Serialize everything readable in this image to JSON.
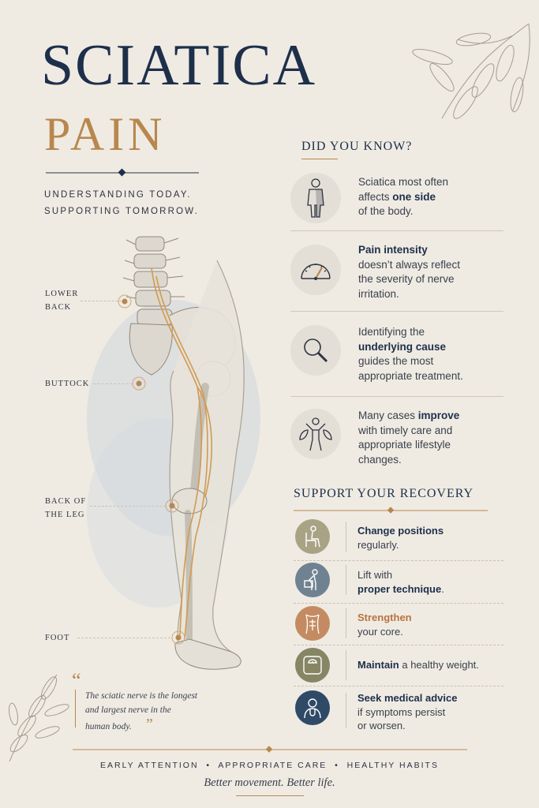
{
  "title": {
    "line1": "SCIATICA",
    "line2": "PAIN",
    "tagline1": "UNDERSTANDING TODAY.",
    "tagline2": "SUPPORTING TOMORROW."
  },
  "body_labels": {
    "lower_back": [
      "LOWER",
      "BACK"
    ],
    "buttock": "BUTTOCK",
    "back_of_leg": [
      "BACK OF",
      "THE LEG"
    ],
    "foot": "FOOT"
  },
  "did_you_know": {
    "heading": "DID YOU KNOW?",
    "facts": [
      {
        "icon": "body-icon",
        "lines": [
          [
            "Sciatica most often",
            ""
          ],
          [
            "affects ",
            "one side"
          ],
          [
            "of the body.",
            ""
          ]
        ]
      },
      {
        "icon": "gauge-icon",
        "lines": [
          [
            "",
            "Pain intensity"
          ],
          [
            "doesn’t always reflect",
            ""
          ],
          [
            "the severity of nerve",
            ""
          ],
          [
            "irritation.",
            ""
          ]
        ]
      },
      {
        "icon": "magnifier-icon",
        "lines": [
          [
            "Identifying the",
            ""
          ],
          [
            "",
            "underlying cause"
          ],
          [
            "guides the most",
            ""
          ],
          [
            "appropriate treatment.",
            ""
          ]
        ]
      },
      {
        "icon": "person-leaves-icon",
        "lines": [
          [
            "Many cases ",
            "improve"
          ],
          [
            "with timely care and",
            ""
          ],
          [
            "appropriate lifestyle",
            ""
          ],
          [
            "changes.",
            ""
          ]
        ]
      }
    ]
  },
  "recovery": {
    "heading": "SUPPORT YOUR RECOVERY",
    "tips": [
      {
        "icon": "sitting-person-icon",
        "color": "#a9a386",
        "lines": [
          [
            "",
            "Change positions"
          ],
          [
            "regularly.",
            ""
          ]
        ]
      },
      {
        "icon": "lifting-person-icon",
        "color": "#6f8291",
        "lines": [
          [
            "Lift with",
            ""
          ],
          [
            "",
            "proper technique",
            "."
          ]
        ]
      },
      {
        "icon": "core-torso-icon",
        "color": "#c48b62",
        "lines": [
          [
            "",
            "Strengthen"
          ],
          [
            "your core.",
            ""
          ]
        ]
      },
      {
        "icon": "scale-icon",
        "color": "#868665",
        "lines": [
          [
            "",
            "Maintain",
            " a healthy weight."
          ]
        ]
      },
      {
        "icon": "doctor-icon",
        "color": "#2f4a66",
        "lines": [
          [
            "",
            "Seek medical advice"
          ],
          [
            "if symptoms persist",
            ""
          ],
          [
            "or worsen.",
            ""
          ]
        ]
      }
    ]
  },
  "quote": {
    "lines": [
      "The sciatic nerve is the longest",
      "and largest nerve in the",
      "human body."
    ]
  },
  "footer": {
    "tags": "EARLY ATTENTION  •  APPROPRIATE CARE  •  HEALTHY HABITS",
    "motto": "Better movement. Better life."
  },
  "colors": {
    "navy": "#1e2f4a",
    "gold": "#b8874e",
    "background": "#efebe3"
  }
}
